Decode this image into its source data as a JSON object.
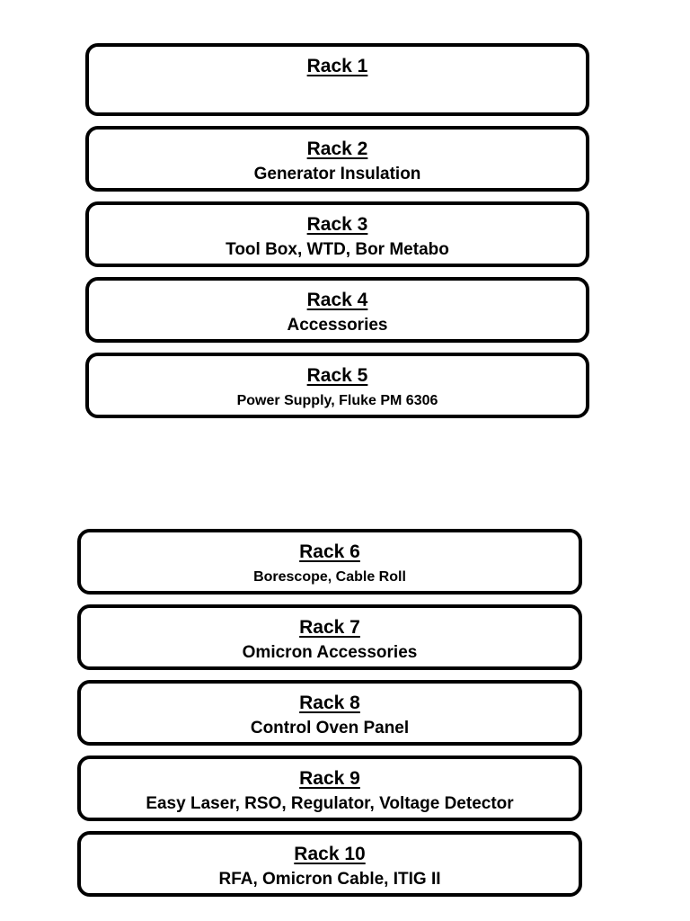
{
  "page": {
    "background": "#ffffff",
    "outline_color": "#000000",
    "text_color": "#000000"
  },
  "groups": [
    {
      "id": "upper",
      "name": "rack-group-upper",
      "racks": [
        {
          "title": "Rack 1",
          "subtitle": "",
          "subtitle_size": "normal"
        },
        {
          "title": "Rack 2",
          "subtitle": "Generator Insulation",
          "subtitle_size": "normal"
        },
        {
          "title": "Rack 3",
          "subtitle": "Tool Box, WTD, Bor Metabo",
          "subtitle_size": "normal"
        },
        {
          "title": "Rack 4",
          "subtitle": "Accessories",
          "subtitle_size": "normal"
        },
        {
          "title": "Rack 5",
          "subtitle": "Power Supply, Fluke PM 6306",
          "subtitle_size": "small"
        }
      ]
    },
    {
      "id": "lower",
      "name": "rack-group-lower",
      "racks": [
        {
          "title": "Rack 6",
          "subtitle": "Borescope, Cable Roll",
          "subtitle_size": "small"
        },
        {
          "title": "Rack 7",
          "subtitle": "Omicron Accessories",
          "subtitle_size": "normal"
        },
        {
          "title": "Rack 8",
          "subtitle": "Control Oven Panel",
          "subtitle_size": "normal"
        },
        {
          "title": "Rack 9",
          "subtitle": "Easy Laser, RSO, Regulator, Voltage Detector",
          "subtitle_size": "normal"
        },
        {
          "title": "Rack 10",
          "subtitle": "RFA, Omicron Cable, ITIG II",
          "subtitle_size": "normal"
        }
      ]
    }
  ]
}
